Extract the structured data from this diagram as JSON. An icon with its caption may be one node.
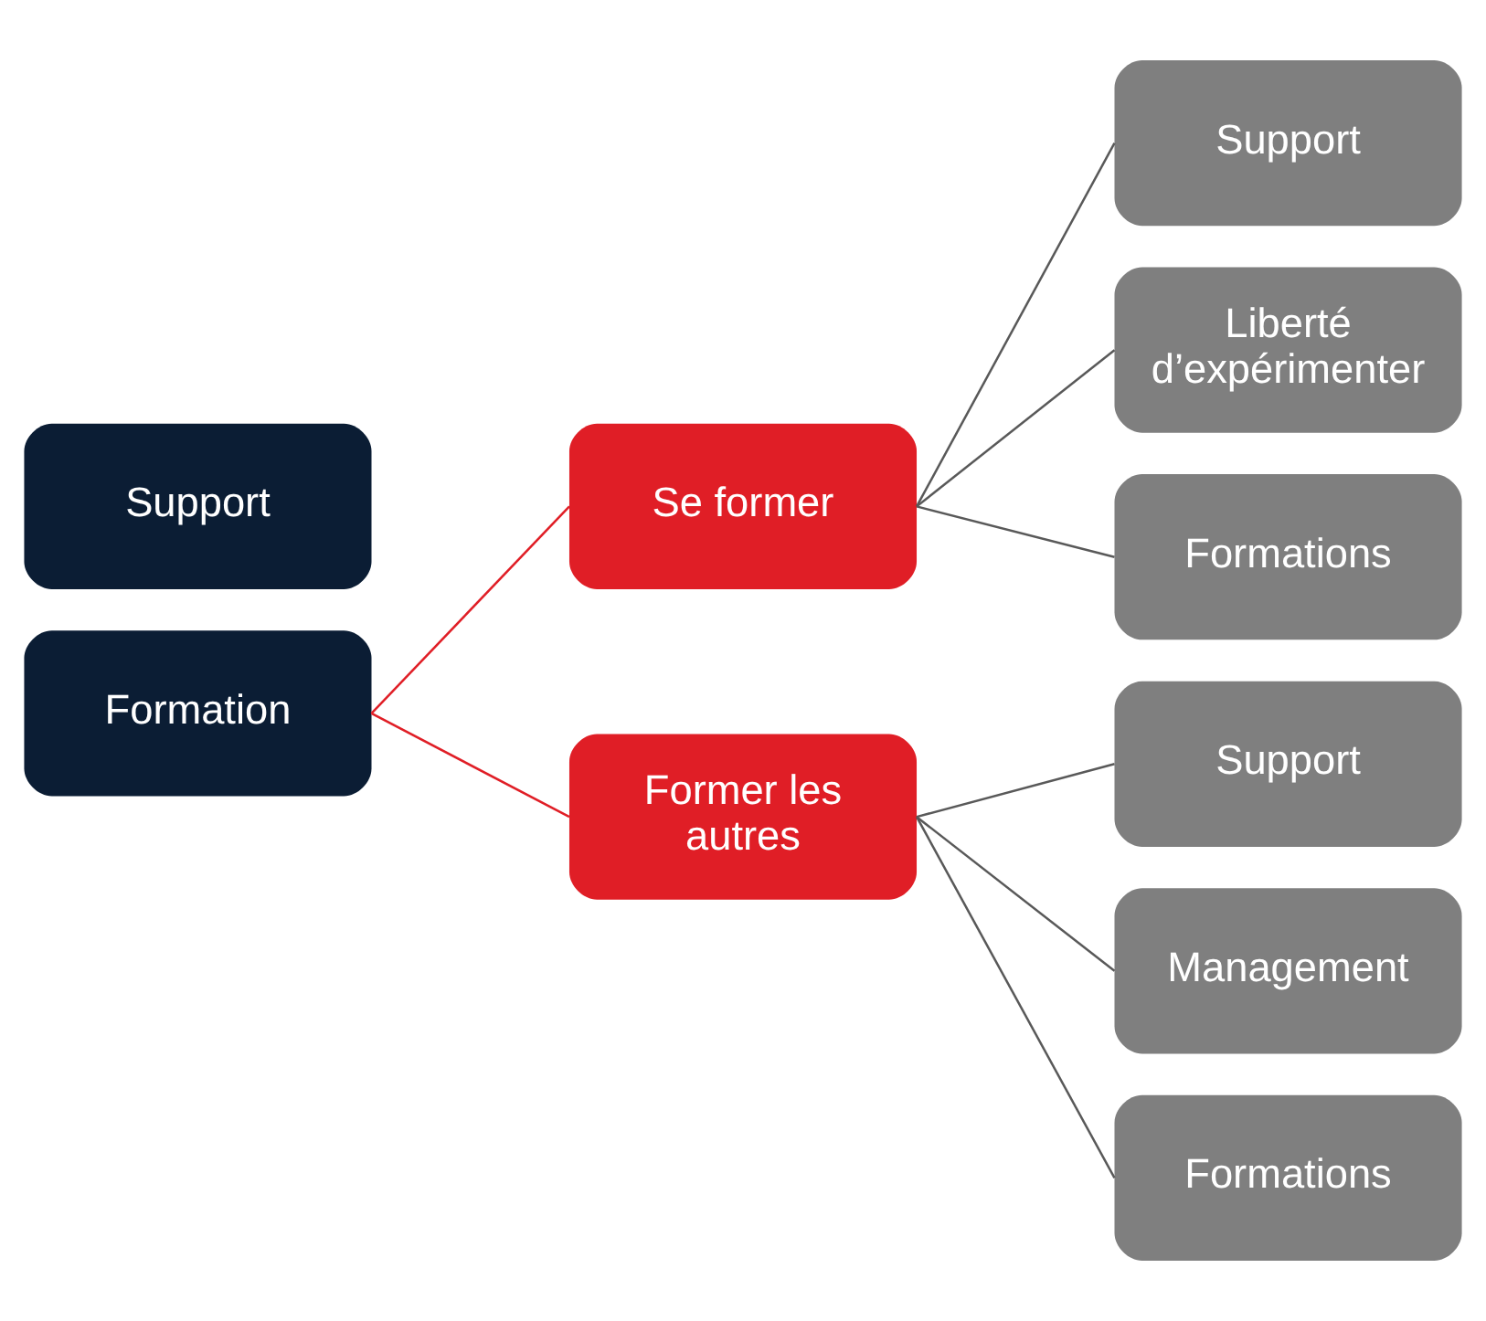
{
  "diagram": {
    "nodes": [
      {
        "text": [
          "Support"
        ]
      },
      {
        "text": [
          "Formation"
        ]
      },
      {
        "text": [
          "Se former"
        ]
      },
      {
        "text": [
          "Former les autres"
        ]
      },
      {
        "text": [
          "Support"
        ]
      },
      {
        "text": [
          "Liberté d’expérimenter"
        ]
      },
      {
        "text": [
          "Formations"
        ]
      },
      {
        "text": [
          "Support"
        ]
      },
      {
        "text": [
          "Management"
        ]
      },
      {
        "text": [
          "Formations"
        ]
      }
    ],
    "edges": [
      {
        "from": 1,
        "to": 2,
        "arrow": "none",
        "color": "#e01e26"
      },
      {
        "from": 1,
        "to": 3,
        "arrow": "none",
        "color": "#e01e26"
      },
      {
        "from": 2,
        "to": 4,
        "arrow": "none"
      },
      {
        "from": 2,
        "to": 5,
        "arrow": "none"
      },
      {
        "from": 2,
        "to": 6,
        "arrow": "none"
      },
      {
        "from": 3,
        "to": 7,
        "arrow": "none"
      },
      {
        "from": 3,
        "to": 8,
        "arrow": "none"
      },
      {
        "from": 3,
        "to": 9,
        "arrow": "none"
      }
    ]
  }
}
